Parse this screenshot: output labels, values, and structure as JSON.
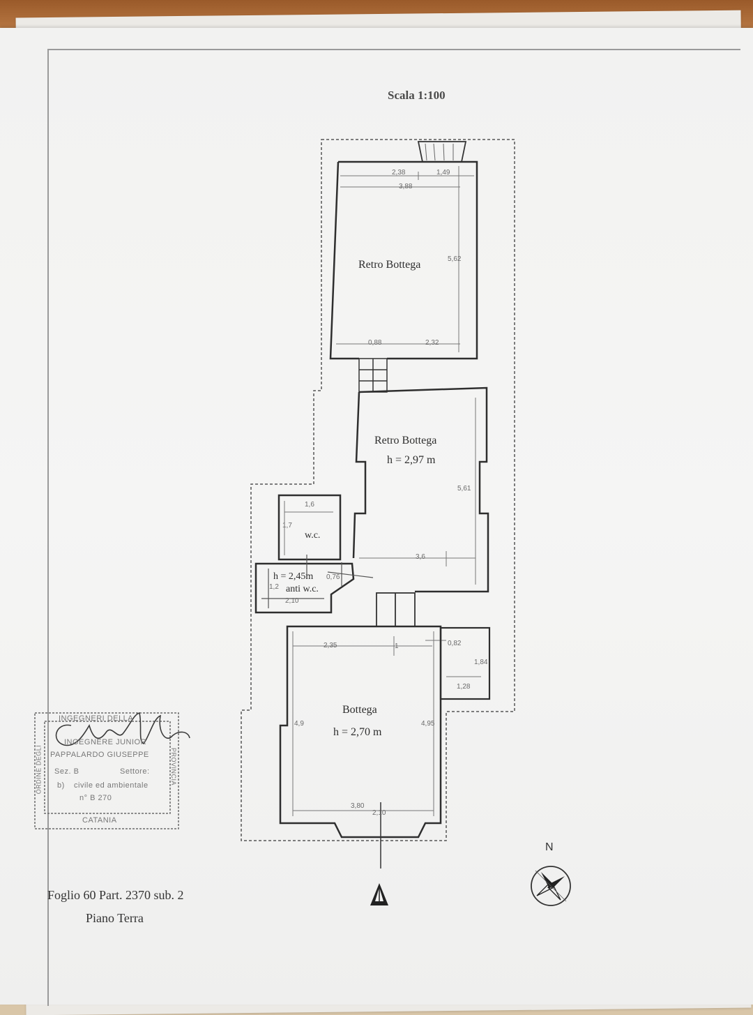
{
  "document": {
    "scale": "Scala 1:100"
  },
  "rooms": {
    "retro_bottega_upper": {
      "name": "Retro Bottega"
    },
    "retro_bottega_middle": {
      "name": "Retro Bottega",
      "height": "h = 2,97 m"
    },
    "wc": {
      "name": "w.c."
    },
    "anti_wc": {
      "name": "anti w.c.",
      "height": "h = 2,45m"
    },
    "bottega": {
      "name": "Bottega",
      "height": "h = 2,70 m"
    }
  },
  "dimensions": {
    "upper_top_left": "2,38",
    "upper_top_right": "1,49",
    "upper_width": "3,88",
    "upper_depth": "5,62",
    "upper_bottom_left": "0,88",
    "upper_bottom_right": "2,32",
    "middle_depth": "5,61",
    "middle_width": "3,6",
    "wc_width": "1,6",
    "wc_depth": "1,7",
    "anti_wc_small": "0,76",
    "anti_wc_depth": "1,2",
    "anti_wc_width": "2,10",
    "bottega_top_left": "2,35",
    "bottega_top_mid": "1",
    "closet_top": "0,82",
    "closet_depth": "1,84",
    "closet_width": "1,28",
    "bottega_left_depth": "4,9",
    "bottega_right_depth": "4,95",
    "bottega_width": "3,80",
    "bottega_door": "2,10"
  },
  "stamp": {
    "line1": "INGEGNERI DELLA",
    "line2": "INGEGNERE JUNIOR",
    "name": "PAPPALARDO GIUSEPPE",
    "section": "Sez. B",
    "sector_label": "Settore:",
    "sector_code": "b)",
    "sector_value": "civile ed ambientale",
    "number": "n° B 270",
    "city": "CATANIA",
    "side_left": "ORDINE DEGLI",
    "side_right": "PROVINCIA"
  },
  "caption": {
    "line1": "Foglio 60 Part. 2370 sub. 2",
    "line2": "Piano Terra"
  },
  "compass": {
    "label": "N"
  },
  "icons": [
    "north-arrow-icon",
    "compass-rose-icon",
    "signature-icon"
  ]
}
